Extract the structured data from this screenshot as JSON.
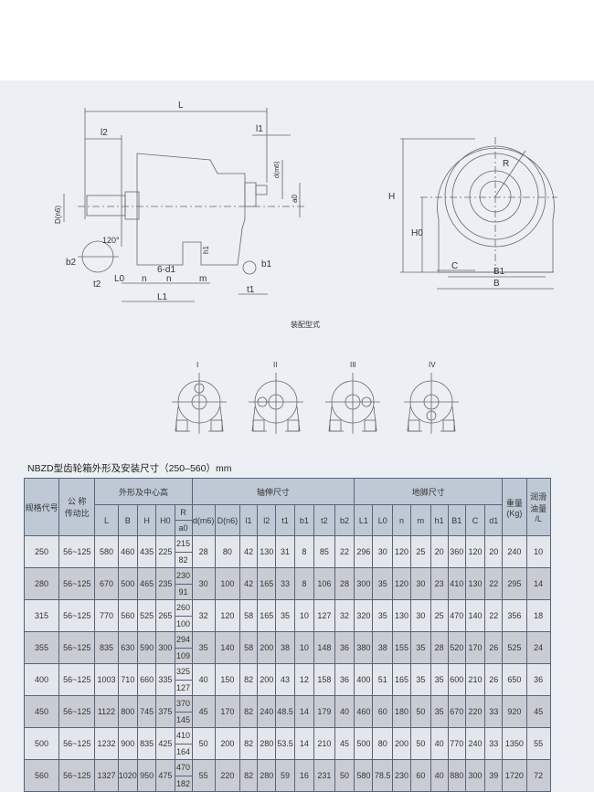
{
  "drawing": {
    "labels_side": {
      "L": "L",
      "l2": "l2",
      "l1": "l1",
      "d": "d(m6)",
      "a0": "a0",
      "D": "D(n6)",
      "angle": "120°",
      "b2": "b2",
      "t2": "t2",
      "L0": "L0",
      "n1": "n",
      "n2": "n",
      "six_d1": "6-d1",
      "m": "m",
      "h1": "h1",
      "L1": "L1",
      "b1": "b1",
      "t1": "t1"
    },
    "labels_front": {
      "H": "H",
      "H0": "H0",
      "R": "R",
      "C": "C",
      "B1": "B1",
      "B": "B"
    },
    "assembly_caption": "装配型式",
    "assembly_types": [
      "I",
      "II",
      "III",
      "IV"
    ]
  },
  "table": {
    "title": "NBZD型齿轮箱外形及安装尺寸（250–560）mm",
    "groups": {
      "spec": "规格代号",
      "ratio": "公 称\n传动比",
      "outline": "外形及中心高",
      "shaft": "轴伸尺寸",
      "foot": "地脚尺寸",
      "weight": "重量\n(Kg)",
      "oil": "润滑\n油量\n/L"
    },
    "sub": [
      "L",
      "B",
      "H",
      "H0",
      "R",
      "a0",
      "d(m6)",
      "D(n6)",
      "l1",
      "l2",
      "t1",
      "b1",
      "t2",
      "b2",
      "L1",
      "L0",
      "n",
      "m",
      "h1",
      "B1",
      "C",
      "d1"
    ],
    "rows": [
      [
        "250",
        "56~125",
        "580",
        "460",
        "435",
        "225",
        "215",
        "82",
        "28",
        "80",
        "42",
        "130",
        "31",
        "8",
        "85",
        "22",
        "296",
        "30",
        "120",
        "25",
        "20",
        "360",
        "120",
        "20",
        "240",
        "10"
      ],
      [
        "280",
        "56~125",
        "670",
        "500",
        "465",
        "235",
        "230",
        "91",
        "30",
        "100",
        "42",
        "165",
        "33",
        "8",
        "106",
        "28",
        "300",
        "35",
        "120",
        "30",
        "23",
        "410",
        "130",
        "22",
        "295",
        "14"
      ],
      [
        "315",
        "56~125",
        "770",
        "560",
        "525",
        "265",
        "260",
        "100",
        "32",
        "120",
        "58",
        "165",
        "35",
        "10",
        "127",
        "32",
        "320",
        "35",
        "130",
        "30",
        "25",
        "470",
        "140",
        "22",
        "356",
        "18"
      ],
      [
        "355",
        "56~125",
        "835",
        "630",
        "590",
        "300",
        "294",
        "109",
        "35",
        "140",
        "58",
        "200",
        "38",
        "10",
        "148",
        "36",
        "380",
        "38",
        "155",
        "35",
        "28",
        "520",
        "170",
        "26",
        "525",
        "24"
      ],
      [
        "400",
        "56~125",
        "1003",
        "710",
        "660",
        "335",
        "325",
        "127",
        "40",
        "150",
        "82",
        "200",
        "43",
        "12",
        "158",
        "36",
        "400",
        "51",
        "165",
        "35",
        "35",
        "600",
        "210",
        "26",
        "650",
        "36"
      ],
      [
        "450",
        "56~125",
        "1122",
        "800",
        "745",
        "375",
        "370",
        "145",
        "45",
        "170",
        "82",
        "240",
        "48.5",
        "14",
        "179",
        "40",
        "460",
        "60",
        "180",
        "50",
        "35",
        "670",
        "220",
        "33",
        "920",
        "45"
      ],
      [
        "500",
        "56~125",
        "1232",
        "900",
        "835",
        "425",
        "410",
        "164",
        "50",
        "200",
        "82",
        "280",
        "53.5",
        "14",
        "210",
        "45",
        "500",
        "80",
        "200",
        "50",
        "40",
        "770",
        "240",
        "33",
        "1350",
        "55"
      ],
      [
        "560",
        "56~125",
        "1327",
        "1020",
        "950",
        "475",
        "470",
        "182",
        "55",
        "220",
        "82",
        "280",
        "59",
        "16",
        "231",
        "50",
        "580",
        "78.5",
        "230",
        "60",
        "40",
        "880",
        "300",
        "39",
        "1720",
        "72"
      ]
    ]
  }
}
